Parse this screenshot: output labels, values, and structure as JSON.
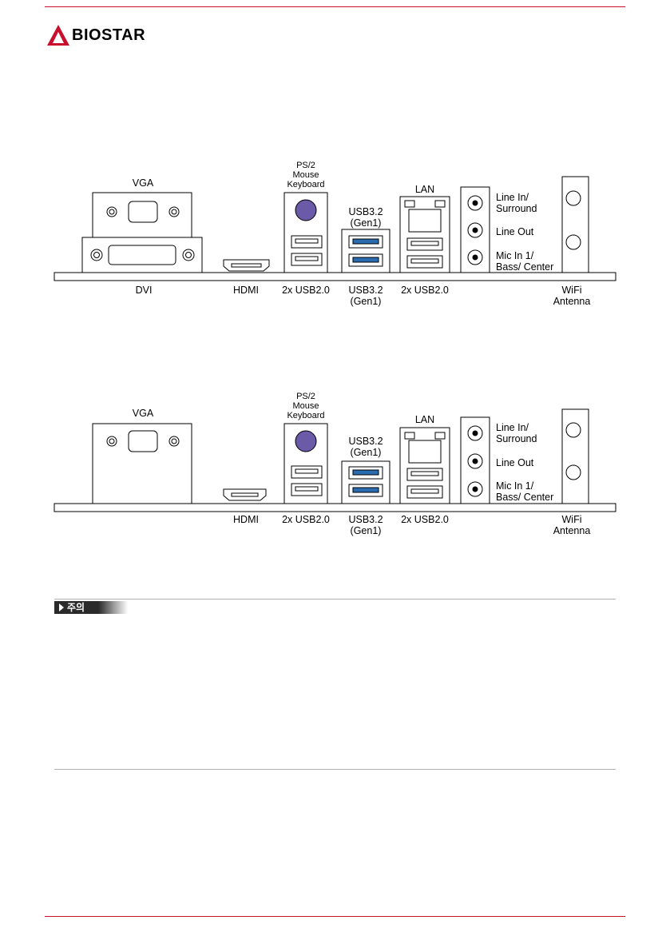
{
  "brand": {
    "name": "BIOSTAR"
  },
  "diagram1": {
    "labels_top": {
      "vga": "VGA",
      "ps2": "PS/2\nMouse\nKeyboard",
      "usb32": "USB3.2\n(Gen1)",
      "lan": "LAN",
      "line_in": "Line In/\nSurround",
      "line_out": "Line Out",
      "mic_in": "Mic In 1/\nBass/ Center"
    },
    "labels_bottom": {
      "dvi": "DVI",
      "hdmi": "HDMI",
      "usb20_a": "2x USB2.0",
      "usb32": "USB3.2\n(Gen1)",
      "usb20_b": "2x USB2.0",
      "wifi": "WiFi\nAntenna"
    }
  },
  "diagram2": {
    "labels_top": {
      "vga": "VGA",
      "ps2": "PS/2\nMouse\nKeyboard",
      "usb32": "USB3.2\n(Gen1)",
      "lan": "LAN",
      "line_in": "Line In/\nSurround",
      "line_out": "Line Out",
      "mic_in": "Mic In 1/\nBass/ Center"
    },
    "labels_bottom": {
      "hdmi": "HDMI",
      "usb20_a": "2x USB2.0",
      "usb32": "USB3.2\n(Gen1)",
      "usb20_b": "2x USB2.0",
      "wifi": "WiFi\nAntenna"
    }
  },
  "caution": {
    "label": "주의"
  },
  "colors": {
    "brand_red": "#c8102e",
    "usb3_blue": "#2b6cb0",
    "ps2_purple": "#6b5aa8",
    "caution_bg": "#333333"
  }
}
